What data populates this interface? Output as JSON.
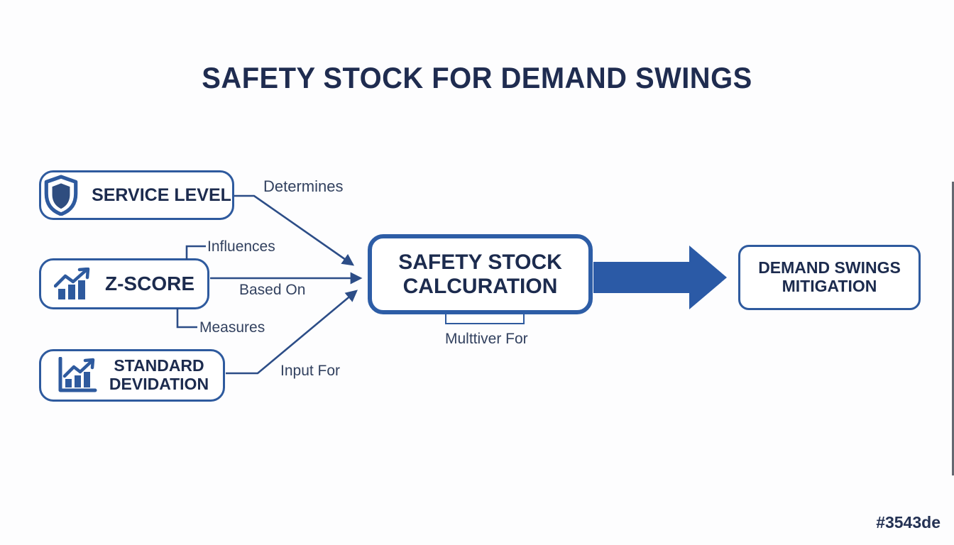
{
  "title": "SAFETY STOCK FOR DEMAND SWINGS",
  "nodes": {
    "service_level": {
      "label": "SERVICE LEVEL",
      "icon": "shield-icon"
    },
    "z_score": {
      "label": "Z-SCORE",
      "icon": "trend-chart-icon"
    },
    "standard_deviation": {
      "line1": "STANDARD",
      "line2": "DEVIDATION",
      "icon": "axis-trend-chart-icon"
    },
    "safety_stock_calculation": {
      "line1": "SAFETY STOCK",
      "line2": "CALCURATION"
    },
    "demand_swings_mitigation": {
      "line1": "DEMAND SWINGS",
      "line2": "MITIGATION"
    }
  },
  "edge_labels": {
    "determines": "Determines",
    "influences": "Influences",
    "based_on": "Based On",
    "measures": "Measures",
    "input_for": "Input For",
    "multiplier_for": "Multtiver For"
  },
  "watermark": "#3543de",
  "colors": {
    "background": "#fdfdfe",
    "box_border_blue": "#2e5a9e",
    "center_border_blue": "#2d5da6",
    "text_navy": "#1c2b4e",
    "title_navy": "#1f2c50",
    "arrow_blue": "#2b5aa6",
    "connector_blue": "#2c4d87",
    "edge_label_color": "#32415f"
  }
}
